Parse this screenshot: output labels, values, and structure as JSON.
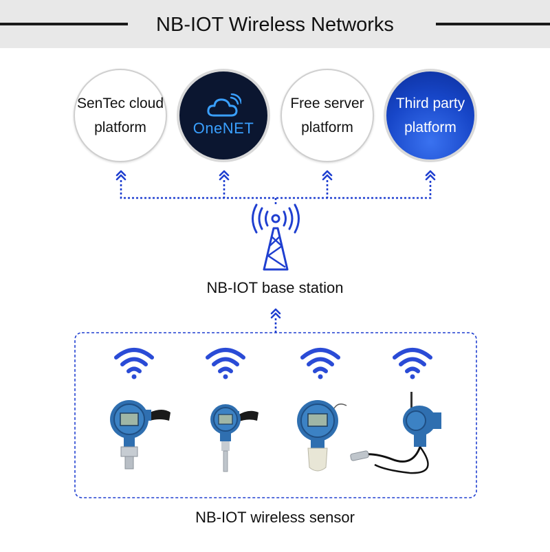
{
  "header": {
    "title": "NB-IOT Wireless Networks"
  },
  "platforms": [
    {
      "line1": "SenTec cloud",
      "line2": "platform"
    },
    {
      "logo": "OneNET",
      "icon": "cloud-wifi-icon"
    },
    {
      "line1": "Free server",
      "line2": "platform"
    },
    {
      "line1": "Third party",
      "line2": "platform"
    }
  ],
  "base_station": {
    "label": "NB-IOT base station",
    "icon": "radio-tower-icon"
  },
  "sensors": {
    "label": "NB-IOT wireless sensor",
    "icons": [
      "wifi-signal-icon",
      "pressure-transmitter-icon",
      "temperature-transmitter-icon",
      "level-transmitter-icon",
      "submersible-level-transmitter-icon"
    ]
  },
  "colors": {
    "link_blue": "#1f3fd0",
    "signal_blue": "#2a4bd6",
    "onenet_dark": "#0b1630",
    "third_party_blue": "#1746c8",
    "transmitter_blue": "#2f6fb0"
  }
}
